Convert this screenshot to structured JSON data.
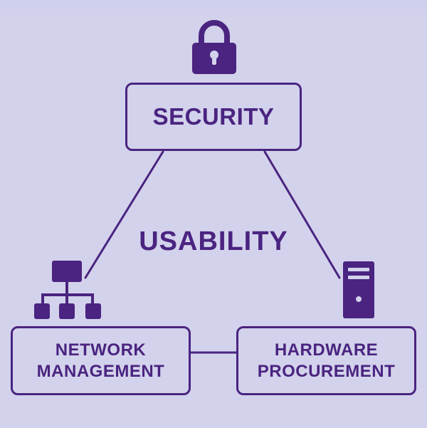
{
  "diagram": {
    "center_label": "USABILITY",
    "nodes": {
      "security": {
        "label": "SECURITY",
        "icon": "lock-icon"
      },
      "network": {
        "line1": "NETWORK",
        "line2": "MANAGEMENT",
        "icon": "network-hierarchy-icon"
      },
      "hardware": {
        "line1": "HARDWARE",
        "line2": "PROCUREMENT",
        "icon": "server-tower-icon"
      }
    },
    "colors": {
      "accent": "#4a2480",
      "background": "#d3d2ec"
    }
  }
}
